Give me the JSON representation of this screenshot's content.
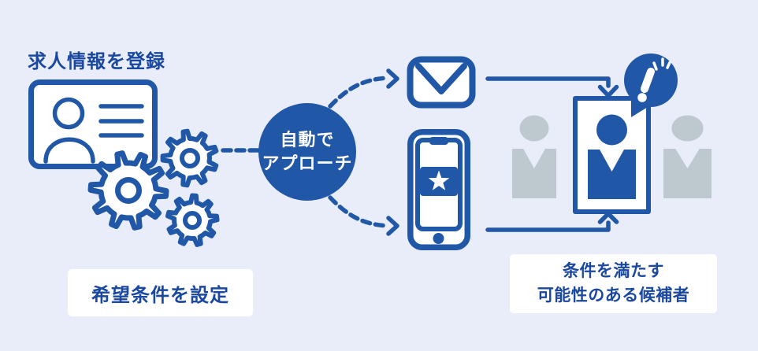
{
  "colors": {
    "background": "#E9EDF9",
    "primary": "#2157A7",
    "text": "#1A479F",
    "gray": "#BDC8CF"
  },
  "left": {
    "title": "求人情報を登録",
    "caption": "希望条件を設定"
  },
  "center": {
    "label_line1": "自動で",
    "label_line2": "アプローチ"
  },
  "right": {
    "caption_line1": "条件を満たす",
    "caption_line2": "可能性のある候補者"
  },
  "icons": {
    "job_card": "id-card-with-person-and-lines",
    "gears": "three-gears",
    "email": "envelope",
    "phone": "smartphone-with-star-app",
    "candidates": "person-silhouettes",
    "alert": "exclamation-speech-bubble"
  }
}
